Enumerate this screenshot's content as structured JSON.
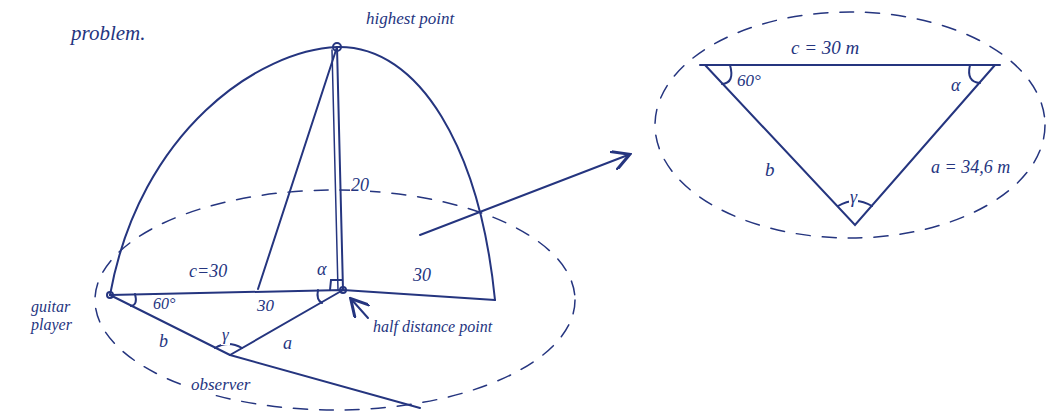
{
  "diagram": {
    "labels": [
      "problem.",
      "highest point",
      "20",
      "c=30",
      "30",
      "60°",
      "30",
      "α",
      "guitar player",
      "b",
      "γ",
      "a",
      "half distance point",
      "observer",
      "c = 30 m",
      "60°",
      "α",
      "b",
      "γ",
      "a = 34,6 m"
    ]
  }
}
